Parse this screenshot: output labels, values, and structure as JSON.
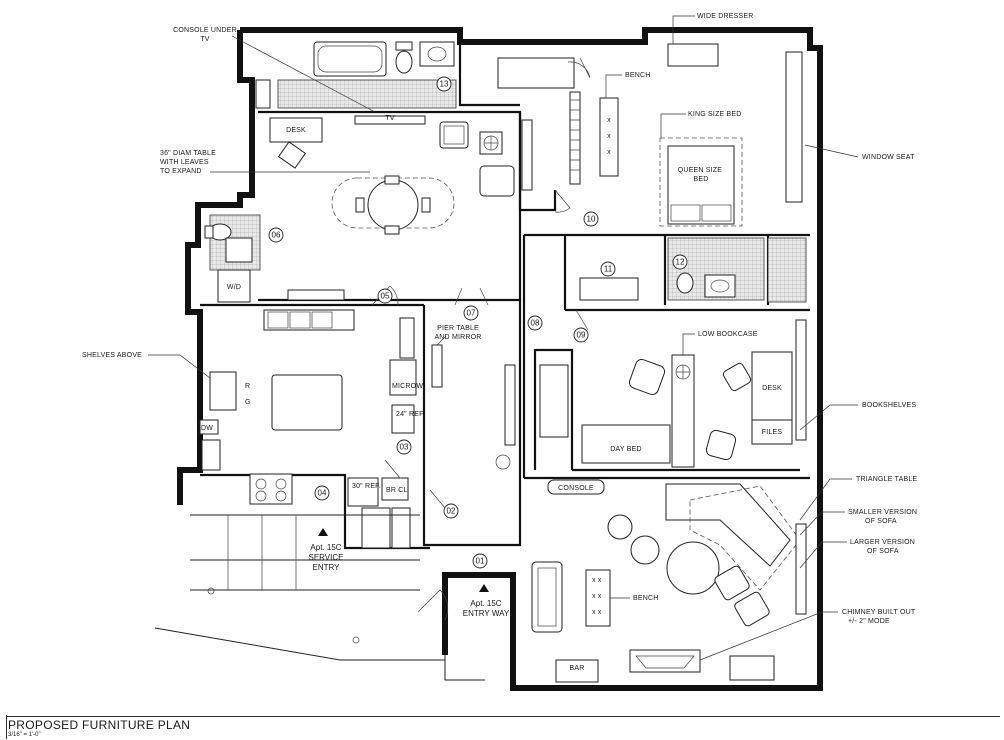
{
  "labels": {
    "console_under_tv": "CONSOLE UNDER\nTV",
    "wide_dresser": "WIDE DRESSER",
    "bench_top": "BENCH",
    "king_size_bed": "KING SIZE BED",
    "queen_size_bed": "QUEEN SIZE\nBED",
    "window_seat": "WINDOW SEAT",
    "desk_top": "DESK",
    "tv": "TV",
    "table_36": "36\" DIAM TABLE\nWITH LEAVES\nTO EXPAND",
    "wd": "W/D",
    "shelves_above": "SHELVES ABOVE",
    "pier_table": "PIER TABLE\nAND MIRROR",
    "low_bookcase": "LOW BOOKCASE",
    "desk_right": "DESK",
    "files": "FILES",
    "bookshelves": "BOOKSHELVES",
    "day_bed": "DAY BED",
    "microw": "MICROW",
    "ref24": "24\"\nREF.",
    "range_r": "R",
    "range_g": "G",
    "dw": "DW",
    "ref30": "30\"\nREF.",
    "br_cl": "BR CL",
    "console": "CONSOLE",
    "triangle_table": "TRIANGLE TABLE",
    "smaller_sofa": "SMALLER VERSION\nOF SOFA",
    "larger_sofa": "LARGER VERSION\nOF SOFA",
    "bench_living": "BENCH",
    "chimney": "CHIMNEY BUILT OUT\n+/- 2\" MODE",
    "bar": "BAR",
    "service_entry": "Apt. 15C\nSERVICE\nENTRY",
    "entry_way": "Apt. 15C\nENTRY WAY"
  },
  "tags": [
    "01",
    "02",
    "03",
    "04",
    "05",
    "06",
    "07",
    "08",
    "09",
    "10",
    "11",
    "12",
    "13"
  ],
  "title": "PROPOSED FURNITURE PLAN",
  "scale": "3/16\" = 1'-0\""
}
